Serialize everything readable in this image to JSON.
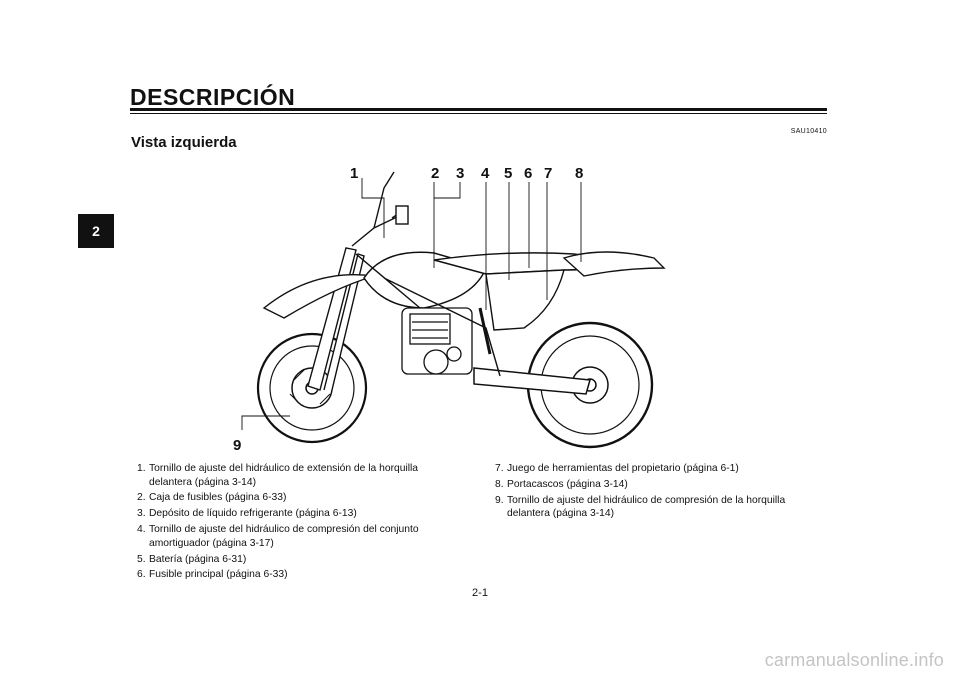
{
  "header": {
    "section_title": "DESCRIPCIÓN",
    "chapter_tab": "2",
    "doc_code": "SAU10410"
  },
  "subtitle": "Vista izquierda",
  "figure": {
    "callouts": [
      "1",
      "2",
      "3",
      "4",
      "5",
      "6",
      "7",
      "8",
      "9"
    ]
  },
  "legend": {
    "left": [
      {
        "n": "1.",
        "text": "Tornillo de ajuste del hidráulico de extensión de la horquilla delantera (página 3-14)"
      },
      {
        "n": "2.",
        "text": "Caja de fusibles (página 6-33)"
      },
      {
        "n": "3.",
        "text": "Depósito de líquido refrigerante (página 6-13)"
      },
      {
        "n": "4.",
        "text": "Tornillo de ajuste del hidráulico de compresión del conjunto amortiguador (página 3-17)"
      },
      {
        "n": "5.",
        "text": "Batería (página 6-31)"
      },
      {
        "n": "6.",
        "text": "Fusible principal (página 6-33)"
      }
    ],
    "right": [
      {
        "n": "7.",
        "text": "Juego de herramientas del propietario (página 6-1)"
      },
      {
        "n": "8.",
        "text": "Portacascos (página 3-14)"
      },
      {
        "n": "9.",
        "text": "Tornillo de ajuste del hidráulico de compresión de la horquilla delantera (página 3-14)"
      }
    ]
  },
  "footer": {
    "page_number": "2-1",
    "watermark": "carmanualsonline.info"
  }
}
